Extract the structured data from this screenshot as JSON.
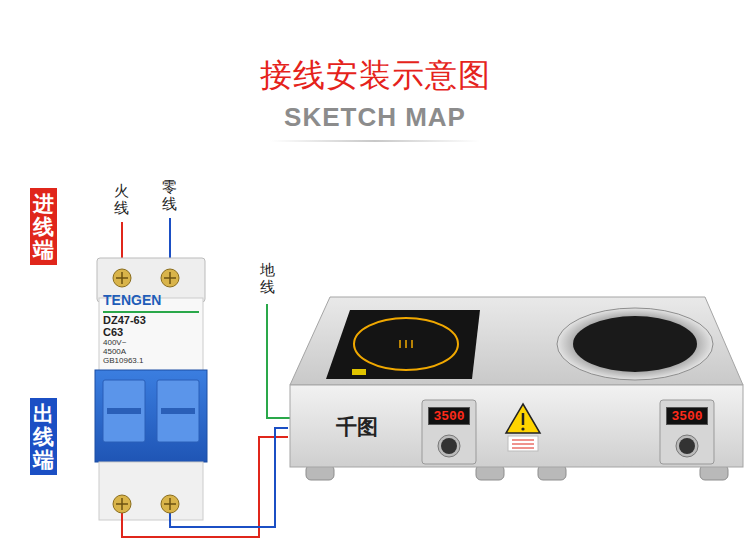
{
  "diagram": {
    "title": "接线安装示意图",
    "nodes": [
      {
        "text": [
          "进线端"
        ]
      },
      {
        "text": [
          "出线端"
        ]
      },
      {
        "text": [
          "TENGEN",
          "DZ47-63",
          "C63",
          "400V~",
          "4500A",
          "GB10963.1"
        ]
      },
      {
        "text": [
          "千图"
        ]
      },
      {
        "text": [
          "3500"
        ],
        "in": 3
      },
      {
        "text": [
          "3500"
        ],
        "in": 3
      }
    ],
    "edges": [
      {
        "from": 2,
        "to": 3,
        "arrow": "none"
      },
      {
        "from": 2,
        "to": 3,
        "arrow": "none"
      }
    ],
    "labels": [
      "SKETCH MAP",
      "火线",
      "零线",
      "地线"
    ]
  }
}
